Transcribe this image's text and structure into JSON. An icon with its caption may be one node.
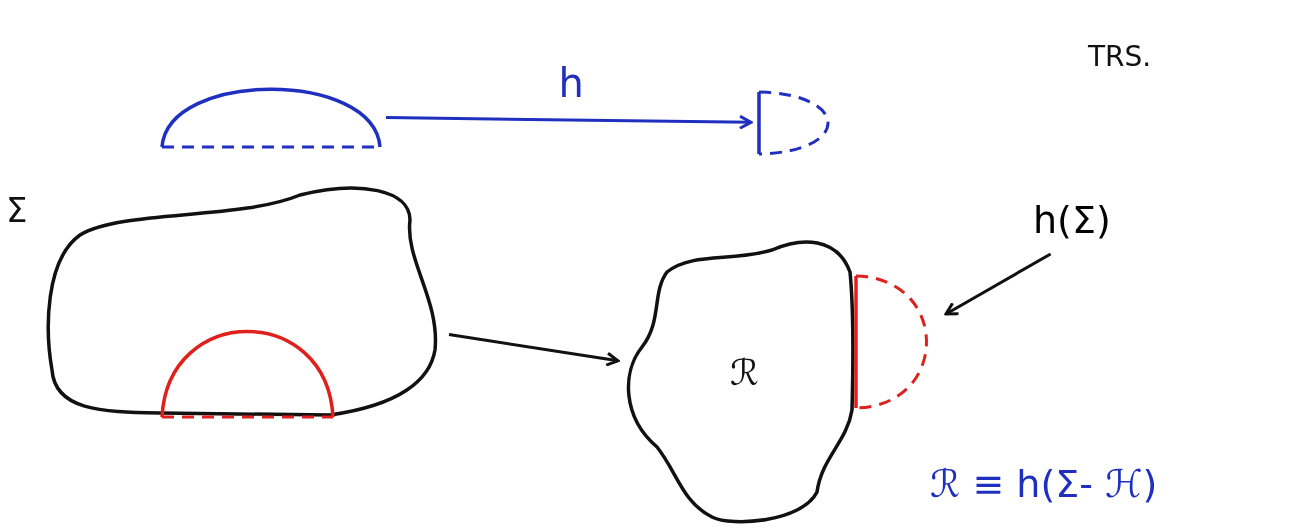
{
  "diagram": {
    "nodes": [
      {
        "text": [],
        "shape": "semicircle"
      },
      {
        "text": [],
        "shape": "semicircle"
      },
      {
        "text": [],
        "shape": "blob",
        "beside": [
          "Σ"
        ]
      },
      {
        "text": [],
        "shape": "semicircle",
        "in": 2
      },
      {
        "text": [
          "ℛ"
        ]
      },
      {
        "text": [],
        "shape": "semicircle"
      },
      {
        "text": [
          "h(Σ)"
        ]
      }
    ],
    "edges": [
      {
        "from": 0,
        "to": 1,
        "arrow": "to",
        "label": "h",
        "color": "#1f2fbf"
      },
      {
        "from": 2,
        "to": 4,
        "arrow": "to"
      },
      {
        "from": 6,
        "to": 5,
        "arrow": "to"
      }
    ],
    "labels": [
      "TRS.",
      "ℛ ≡ h(Σ- ℋ)"
    ]
  }
}
